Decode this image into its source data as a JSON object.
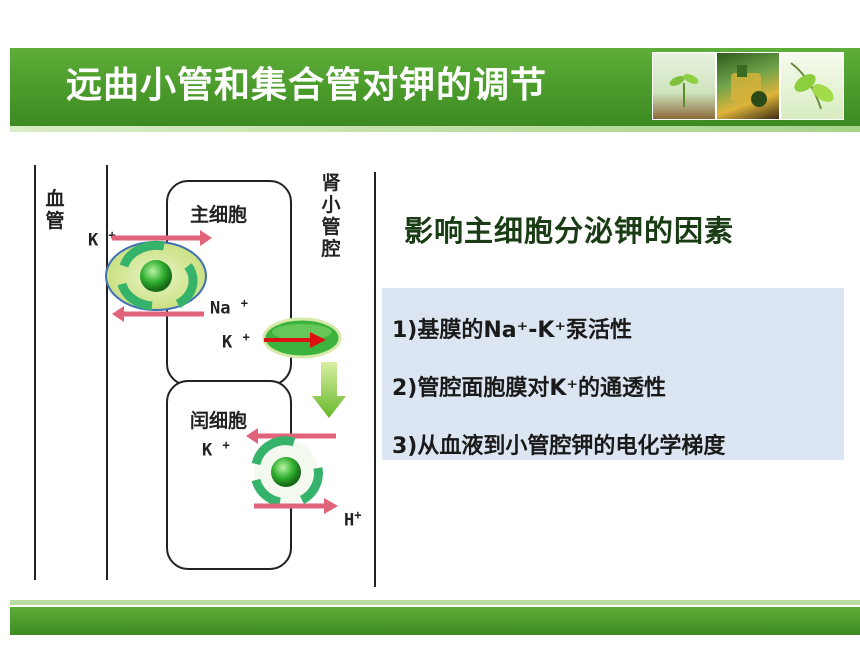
{
  "header": {
    "title": "远曲小管和集合管对钾的调节"
  },
  "diagram": {
    "blood_label": "血管",
    "lumen_label": "肾小管腔",
    "principal_cell_label": "主细胞",
    "intercalated_cell_label": "闰细胞",
    "ions": {
      "k_blood": "K",
      "k_blood_charge": "+",
      "na_principal": "Na",
      "na_principal_charge": "+",
      "k_principal": "K",
      "k_principal_charge": "+",
      "k_intercalated": "K",
      "k_intercalated_charge": "+",
      "h_lumen": "H",
      "h_lumen_charge": "+"
    }
  },
  "factors": {
    "title": "影响主细胞分泌钾的因素",
    "items": [
      "1)基膜的Na⁺-K⁺泵活性",
      "2)管腔面胞膜对K⁺的通透性",
      "3)从血液到小管腔钾的电化学梯度"
    ]
  },
  "colors": {
    "header_green": "#4a9a2b",
    "arrow_pink": "#e0637a",
    "pump_green": "#2fae2f",
    "channel_green": "#3cb33c",
    "down_arrow": "#7cc242",
    "box_bg": "#dce6f2"
  }
}
